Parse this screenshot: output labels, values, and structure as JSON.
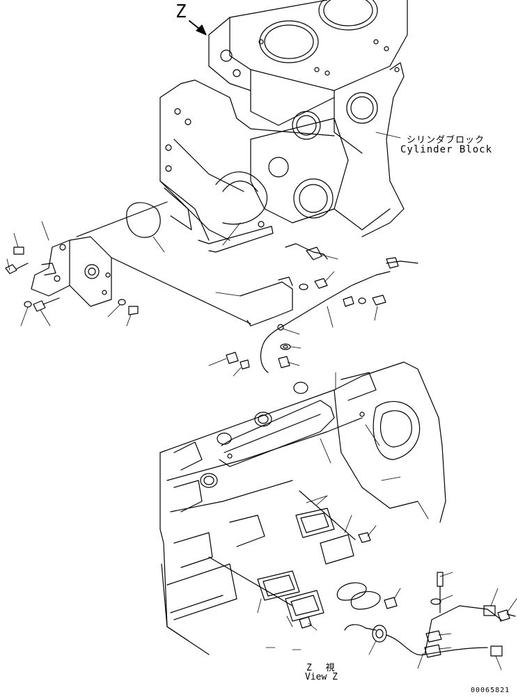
{
  "labels": {
    "z_mark": "Z",
    "cylinder_block_jp": "シリンダブロック",
    "cylinder_block_en": "Cylinder Block",
    "view_z_jp": "Z 視",
    "view_z_en": "View Z",
    "drawing_code": "00065821"
  }
}
